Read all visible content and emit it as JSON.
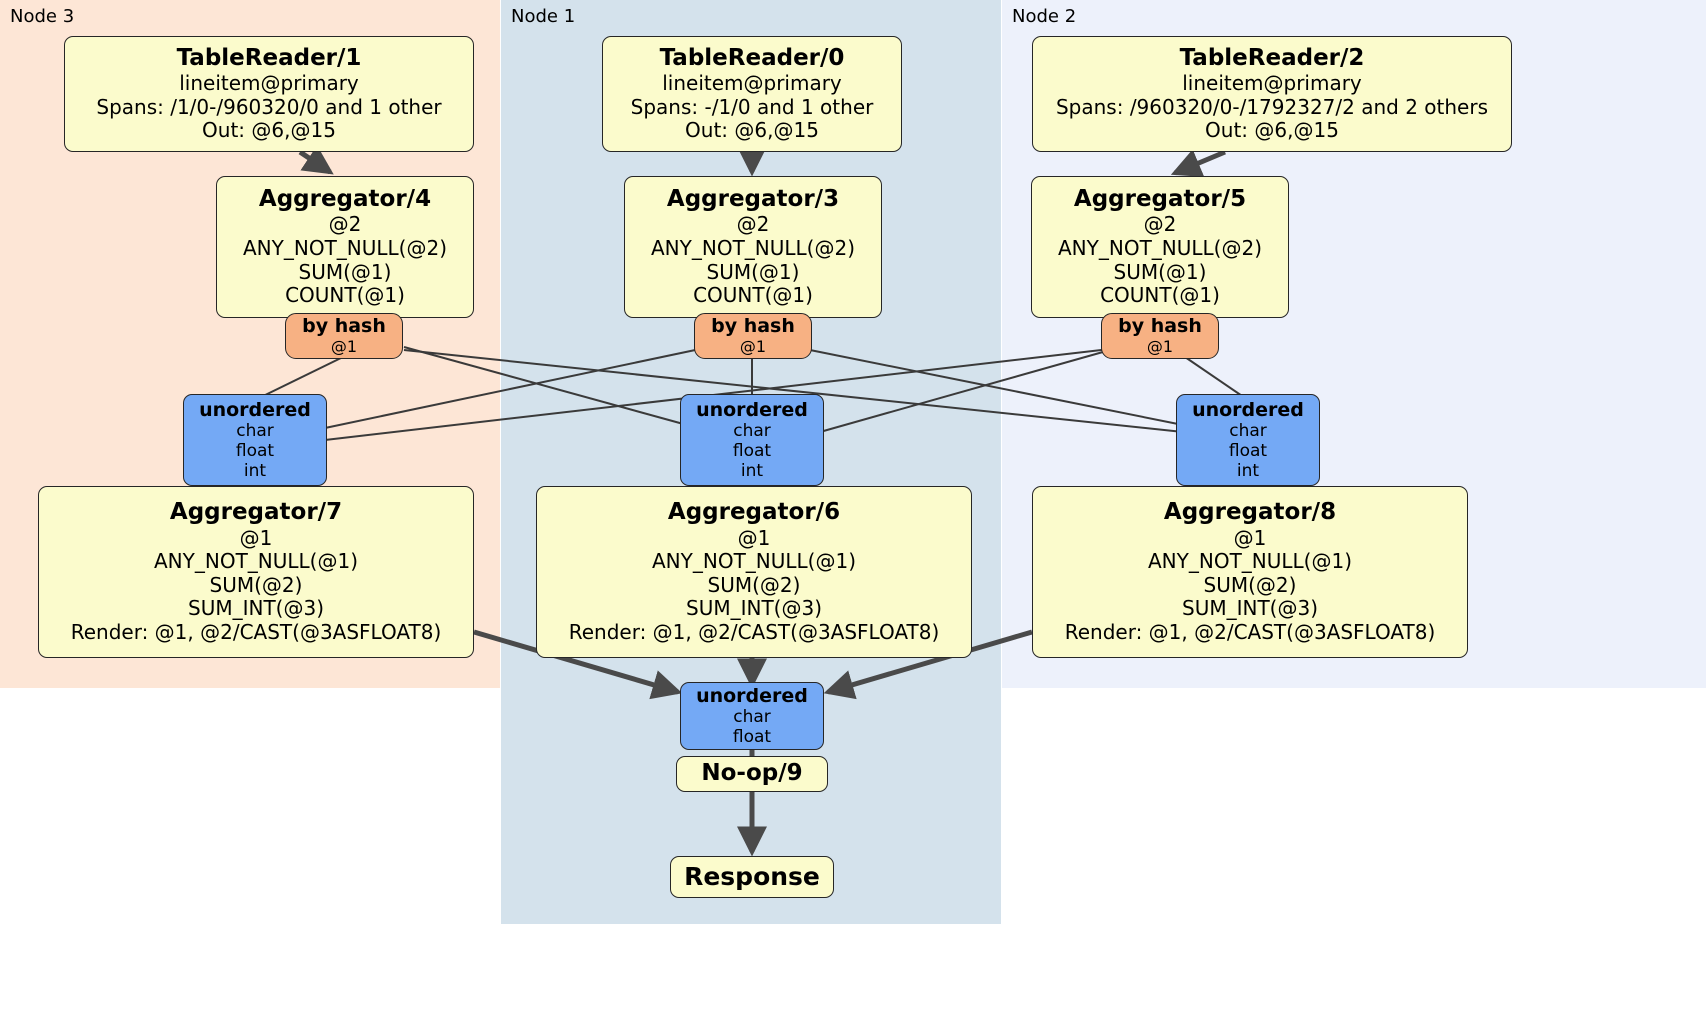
{
  "diagram": {
    "title": "Distributed SQL query physical plan",
    "type": "dataflow-graph",
    "colors": {
      "node3_panel": "#fde6d6",
      "node1_panel": "#d4e2ec",
      "node2_panel": "#edf1fb",
      "processor_box": "#fbfbcc",
      "router_box": "#f7b183",
      "synchronizer_box": "#74a9f5",
      "edge": "#4a4a4a",
      "border": "#262626"
    }
  },
  "panels": [
    {
      "id": "node3",
      "label": "Node 3"
    },
    {
      "id": "node1",
      "label": "Node 1"
    },
    {
      "id": "node2",
      "label": "Node 2"
    }
  ],
  "boxes": {
    "tablereader_1": {
      "title": "TableReader/1",
      "lines": [
        "lineitem@primary",
        "Spans: /1/0-/960320/0 and 1 other",
        "Out: @6,@15"
      ]
    },
    "tablereader_0": {
      "title": "TableReader/0",
      "lines": [
        "lineitem@primary",
        "Spans: -/1/0 and 1 other",
        "Out: @6,@15"
      ]
    },
    "tablereader_2": {
      "title": "TableReader/2",
      "lines": [
        "lineitem@primary",
        "Spans: /960320/0-/1792327/2 and 2 others",
        "Out: @6,@15"
      ]
    },
    "aggregator_4": {
      "title": "Aggregator/4",
      "lines": [
        "@2",
        "ANY_NOT_NULL(@2)",
        "SUM(@1)",
        "COUNT(@1)"
      ]
    },
    "aggregator_3": {
      "title": "Aggregator/3",
      "lines": [
        "@2",
        "ANY_NOT_NULL(@2)",
        "SUM(@1)",
        "COUNT(@1)"
      ]
    },
    "aggregator_5": {
      "title": "Aggregator/5",
      "lines": [
        "@2",
        "ANY_NOT_NULL(@2)",
        "SUM(@1)",
        "COUNT(@1)"
      ]
    },
    "router_left": {
      "title": "by hash",
      "lines": [
        "@1"
      ]
    },
    "router_center": {
      "title": "by hash",
      "lines": [
        "@1"
      ]
    },
    "router_right": {
      "title": "by hash",
      "lines": [
        "@1"
      ]
    },
    "sync_left": {
      "title": "unordered",
      "lines": [
        "char",
        "float",
        "int"
      ]
    },
    "sync_center": {
      "title": "unordered",
      "lines": [
        "char",
        "float",
        "int"
      ]
    },
    "sync_right": {
      "title": "unordered",
      "lines": [
        "char",
        "float",
        "int"
      ]
    },
    "aggregator_7": {
      "title": "Aggregator/7",
      "lines": [
        "@1",
        "ANY_NOT_NULL(@1)",
        "SUM(@2)",
        "SUM_INT(@3)",
        "Render: @1, @2/CAST(@3ASFLOAT8)"
      ]
    },
    "aggregator_6": {
      "title": "Aggregator/6",
      "lines": [
        "@1",
        "ANY_NOT_NULL(@1)",
        "SUM(@2)",
        "SUM_INT(@3)",
        "Render: @1, @2/CAST(@3ASFLOAT8)"
      ]
    },
    "aggregator_8": {
      "title": "Aggregator/8",
      "lines": [
        "@1",
        "ANY_NOT_NULL(@1)",
        "SUM(@2)",
        "SUM_INT(@3)",
        "Render: @1, @2/CAST(@3ASFLOAT8)"
      ]
    },
    "sync_final": {
      "title": "unordered",
      "lines": [
        "char",
        "float"
      ]
    },
    "noop_9": {
      "title": "No-op/9",
      "lines": []
    },
    "response": {
      "title": "Response",
      "lines": []
    }
  }
}
